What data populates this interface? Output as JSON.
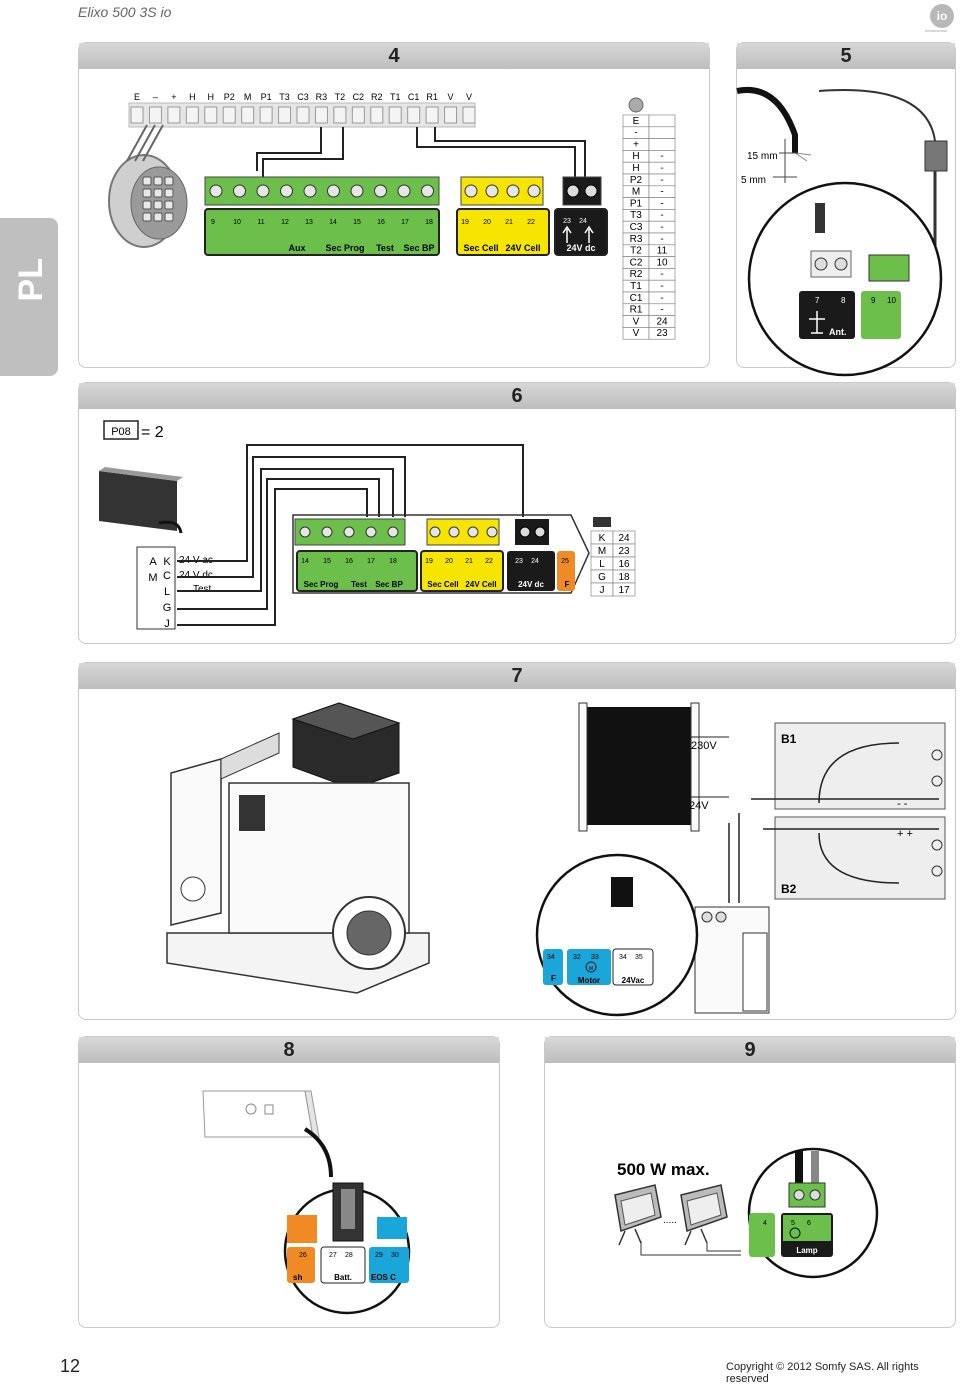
{
  "header": {
    "title": "Elixo 500 3S io",
    "logo": "io",
    "logo_sub": "homecontrol"
  },
  "side_tab": "PL",
  "panels": {
    "p4": {
      "number": "4",
      "top_terminals": [
        "E",
        "–",
        "+",
        "H",
        "H",
        "P2",
        "M",
        "P1",
        "T3",
        "C3",
        "R3",
        "T2",
        "C2",
        "R2",
        "T1",
        "C1",
        "R1",
        "V",
        "V"
      ],
      "green_numbers": [
        "9",
        "10",
        "11",
        "12",
        "13",
        "14",
        "15",
        "16",
        "17",
        "18"
      ],
      "green_labels": [
        "Aux",
        "Sec Prog",
        "Test",
        "Sec BP"
      ],
      "yellow_numbers": [
        "19",
        "20",
        "21",
        "22"
      ],
      "yellow_labels": [
        "Sec Cell",
        "24V Cell"
      ],
      "black_numbers": [
        "23",
        "24"
      ],
      "black_label": "24V dc",
      "table": [
        [
          "E",
          ""
        ],
        [
          "-",
          ""
        ],
        [
          "+",
          ""
        ],
        [
          "H",
          "-"
        ],
        [
          "H",
          "-"
        ],
        [
          "P2",
          "-"
        ],
        [
          "M",
          "-"
        ],
        [
          "P1",
          "-"
        ],
        [
          "T3",
          "-"
        ],
        [
          "C3",
          "-"
        ],
        [
          "R3",
          "-"
        ],
        [
          "T2",
          "11"
        ],
        [
          "C2",
          "10"
        ],
        [
          "R2",
          "-"
        ],
        [
          "T1",
          "-"
        ],
        [
          "C1",
          "-"
        ],
        [
          "R1",
          "-"
        ],
        [
          "V",
          "24"
        ],
        [
          "V",
          "23"
        ]
      ]
    },
    "p5": {
      "number": "5",
      "dim_15": "15 mm",
      "dim_5": "5 mm",
      "term_7": "7",
      "term_8": "8",
      "term_9": "9",
      "term_10": "10",
      "ant_label": "Ant."
    },
    "p6": {
      "number": "6",
      "param_code": "P08",
      "param_value": "= 2",
      "left_letters_1": [
        "A",
        "M"
      ],
      "left_letters_2": [
        "K",
        "C",
        "L",
        "G",
        "J"
      ],
      "left_labels": [
        "24 V ac",
        "24 V dc",
        "Test"
      ],
      "green_numbers": [
        "14",
        "15",
        "16",
        "17",
        "18"
      ],
      "green_labels": [
        "Sec Prog",
        "Test",
        "Sec BP"
      ],
      "yellow_numbers": [
        "19",
        "20",
        "21",
        "22"
      ],
      "yellow_labels": [
        "Sec Cell",
        "24V Cell"
      ],
      "black_numbers": [
        "23",
        "24"
      ],
      "black_label": "24V dc",
      "orange_number": "25",
      "orange_label": "F",
      "table": [
        [
          "K",
          "24"
        ],
        [
          "M",
          "23"
        ],
        [
          "L",
          "16"
        ],
        [
          "G",
          "18"
        ],
        [
          "J",
          "17"
        ]
      ]
    },
    "p7": {
      "number": "7",
      "v230": "230V",
      "v24": "24V",
      "b1": "B1",
      "b2": "B2",
      "term_34l": "34",
      "term_32": "32",
      "term_33": "33",
      "term_34": "34",
      "term_35": "35",
      "motor_label": "Motor",
      "m_label": "M",
      "ac_label": "24Vac",
      "f_label": "F",
      "minus_minus": "- -",
      "plus_plus": "+ +"
    },
    "p8": {
      "number": "8",
      "term_26": "26",
      "term_27": "27",
      "term_28": "28",
      "term_29": "29",
      "term_30": "30",
      "batt_label": "Batt.",
      "flash_label": "sh",
      "eos_label": "EOS C"
    },
    "p9": {
      "number": "9",
      "power": "500 W max.",
      "dots": ".....",
      "term_4": "4",
      "term_5": "5",
      "term_6": "6",
      "lamp_label": "Lamp"
    }
  },
  "footer": {
    "page": "12",
    "copyright": "Copyright © 2012 Somfy SAS. All rights reserved"
  },
  "colors": {
    "green": "#6cbf4a",
    "yellow": "#f6e500",
    "orange": "#f08a24",
    "blue": "#1aa6d9",
    "black": "#1a1a1a",
    "grey_head": "#c8c8c8"
  }
}
